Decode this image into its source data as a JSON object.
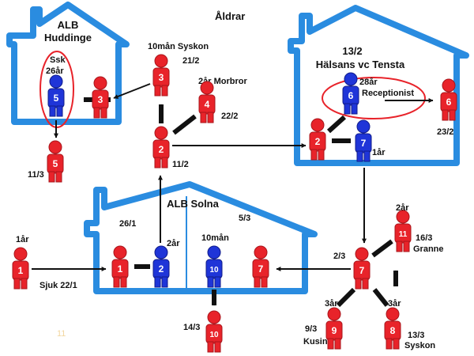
{
  "title": "Åldrar",
  "colors": {
    "house_border": "#2a8ce0",
    "person_red": "#e8232a",
    "person_red_dark": "#a8151b",
    "person_blue": "#1f35d8",
    "person_blue_dark": "#101c8a",
    "circle_outline": "#e8232a",
    "arrow": "#111111",
    "faint_text": "#f2d7a0"
  },
  "houses": {
    "huddinge": {
      "name_line1": "ALB",
      "name_line2": "Huddinge"
    },
    "tensta": {
      "date": "13/2",
      "name": "Hälsans vc Tensta"
    },
    "solna": {
      "name": "ALB Solna",
      "date_left": "26/1",
      "date_right": "5/3"
    }
  },
  "people": [
    {
      "id": "p-huddinge-ssk",
      "num": "5",
      "color": "blue"
    },
    {
      "id": "p-huddinge-3",
      "num": "3",
      "color": "red"
    },
    {
      "id": "p-huddinge-5-out",
      "num": "5",
      "color": "red"
    },
    {
      "id": "p-3-syskon",
      "num": "3",
      "color": "red"
    },
    {
      "id": "p-4-morbror",
      "num": "4",
      "color": "red"
    },
    {
      "id": "p-2-center",
      "num": "2",
      "color": "red"
    },
    {
      "id": "p-tensta-2",
      "num": "2",
      "color": "red"
    },
    {
      "id": "p-tensta-6",
      "num": "6",
      "color": "blue"
    },
    {
      "id": "p-tensta-7",
      "num": "7",
      "color": "blue"
    },
    {
      "id": "p-6-out",
      "num": "6",
      "color": "red"
    },
    {
      "id": "p-1-sjuk",
      "num": "1",
      "color": "red"
    },
    {
      "id": "p-solna-1",
      "num": "1",
      "color": "red"
    },
    {
      "id": "p-solna-2",
      "num": "2",
      "color": "blue"
    },
    {
      "id": "p-solna-10",
      "num": "10",
      "color": "blue"
    },
    {
      "id": "p-solna-7",
      "num": "7",
      "color": "red"
    },
    {
      "id": "p-10-out",
      "num": "10",
      "color": "red"
    },
    {
      "id": "p-7-right",
      "num": "7",
      "color": "red"
    },
    {
      "id": "p-11-granne",
      "num": "11",
      "color": "red"
    },
    {
      "id": "p-9-kusin",
      "num": "9",
      "color": "red"
    },
    {
      "id": "p-8-syskon",
      "num": "8",
      "color": "red"
    }
  ],
  "labels": {
    "ssk": "Ssk",
    "ssk_age": "26år",
    "date_5_out": "11/3",
    "syskon_3": "10mån Syskon",
    "date_3_syskon": "21/2",
    "morbror": "2år Morbror",
    "date_morbror": "22/2",
    "date_2_center": "11/2",
    "age_6": "28år",
    "receptionist": "Receptionist",
    "age_7_tensta": "1år",
    "date_6_out": "23/2",
    "age_1": "1år",
    "sjuk": "Sjuk 22/1",
    "age_solna_2": "2år",
    "age_solna_10": "10mån",
    "date_10_out": "14/3",
    "date_7_right": "2/3",
    "age_11": "2år",
    "granne_date": "16/3",
    "granne": "Granne",
    "age_9": "3år",
    "date_9": "9/3",
    "kusin": "Kusin",
    "age_8": "3år",
    "date_8": "13/3",
    "syskon_8": "Syskon",
    "faint_number": "11"
  }
}
